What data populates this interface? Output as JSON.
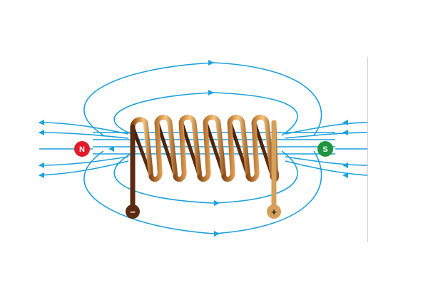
{
  "diagram": {
    "north_pole": {
      "label": "N",
      "color": "#e21b2b"
    },
    "south_pole": {
      "label": "S",
      "color": "#20953f"
    },
    "negative_terminal": {
      "label": "−",
      "color": "#5c2a10"
    },
    "positive_terminal": {
      "label": "+",
      "color": "#d4a05a"
    },
    "field_line_color": "#1ba1dc",
    "coil_color": "#c8833a",
    "coil_turns": 6,
    "icons": [
      "coil-icon",
      "field-arrow-icon",
      "north-pole-badge",
      "south-pole-badge"
    ]
  }
}
